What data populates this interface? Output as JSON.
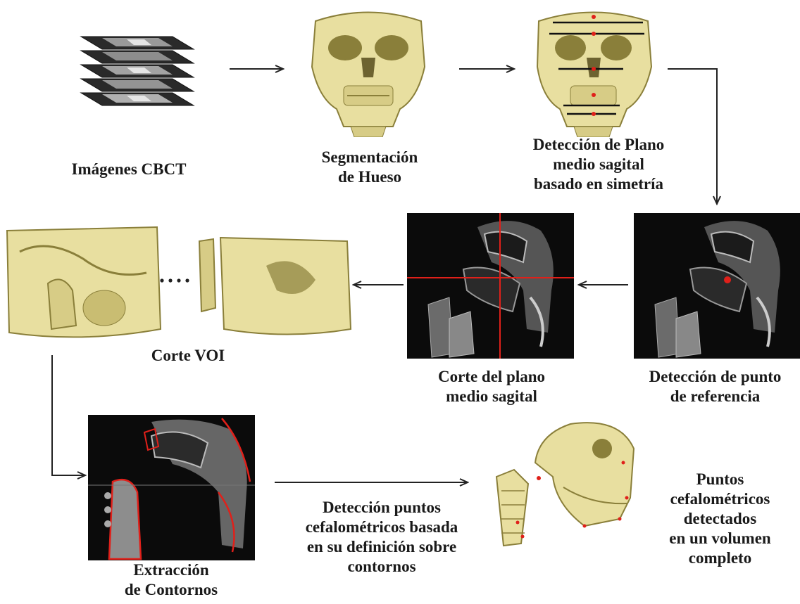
{
  "colors": {
    "bone": "#e8dfa0",
    "bone_shadow": "#8a7f3a",
    "marker_red": "#e0201a",
    "arrow": "#222222",
    "ct_background": "#0b0b0b"
  },
  "steps": {
    "cbct": {
      "lines": [
        "Imágenes CBCT"
      ]
    },
    "segmentation": {
      "lines": [
        "Segmentación",
        "de Hueso"
      ]
    },
    "midsagittal_detection": {
      "lines": [
        "Detección de Plano",
        "medio sagital",
        "basado en simetría"
      ]
    },
    "reference_point": {
      "lines": [
        "Detección de punto",
        "de referencia"
      ]
    },
    "midsagittal_cut": {
      "lines": [
        "Corte del plano",
        "medio sagital"
      ]
    },
    "voi_cut": {
      "lines": [
        "Corte VOI"
      ]
    },
    "contour_extraction": {
      "lines": [
        "Extracción",
        "de Contornos"
      ]
    },
    "point_detection": {
      "lines": [
        "Detección puntos",
        "cefalométricos basada",
        "en su definición sobre",
        "contornos"
      ]
    },
    "detected_points": {
      "lines": [
        "Puntos",
        "cefalométricos",
        "detectados",
        "en un volumen",
        "completo"
      ]
    }
  },
  "icons": {
    "cbct": "stacked-ct-slices",
    "skull_front": "skull-front-render",
    "skull_front_planes": "skull-front-with-symmetry-lines",
    "ct_sagittal_ref": "ct-sagittal-reference-point",
    "ct_sagittal_cross": "ct-sagittal-crosshair",
    "voi": "voi-mandible-blocks",
    "ct_contours": "ct-contour-extraction",
    "skull_lateral": "skull-lateral-landmarks"
  }
}
